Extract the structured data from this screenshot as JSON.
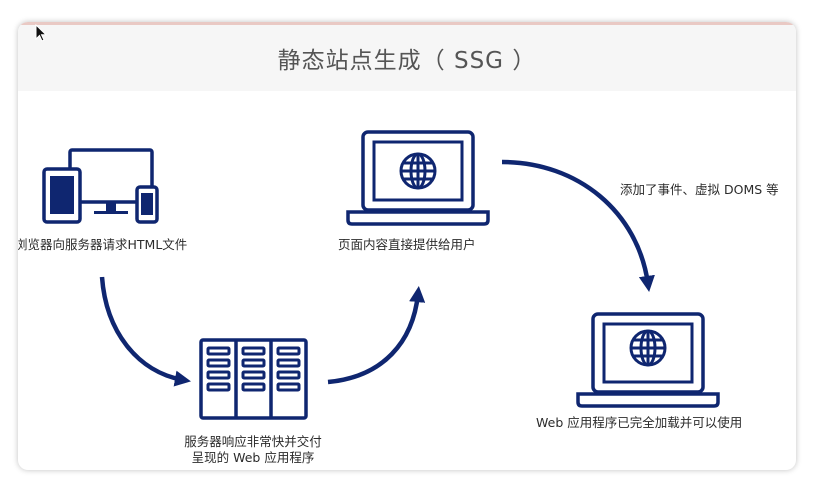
{
  "title": "静态站点生成（ SSG ）",
  "labels": {
    "request": "浏览器向服务器请求HTML文件",
    "server_line1": "服务器响应非常快并交付",
    "server_line2": "呈现的 Web 应用程序",
    "page": "页面内容直接提供给用户",
    "events": "添加了事件、虚拟 DOMS 等",
    "loaded": "Web 应用程序已完全加载并可以使用"
  },
  "colors": {
    "accent": "#0f2670",
    "text": "#2b2b2b",
    "title": "#555555"
  },
  "icons": [
    "devices-icon",
    "server-rack-icon",
    "laptop-globe-icon",
    "laptop-globe-icon",
    "arrow-icon"
  ]
}
